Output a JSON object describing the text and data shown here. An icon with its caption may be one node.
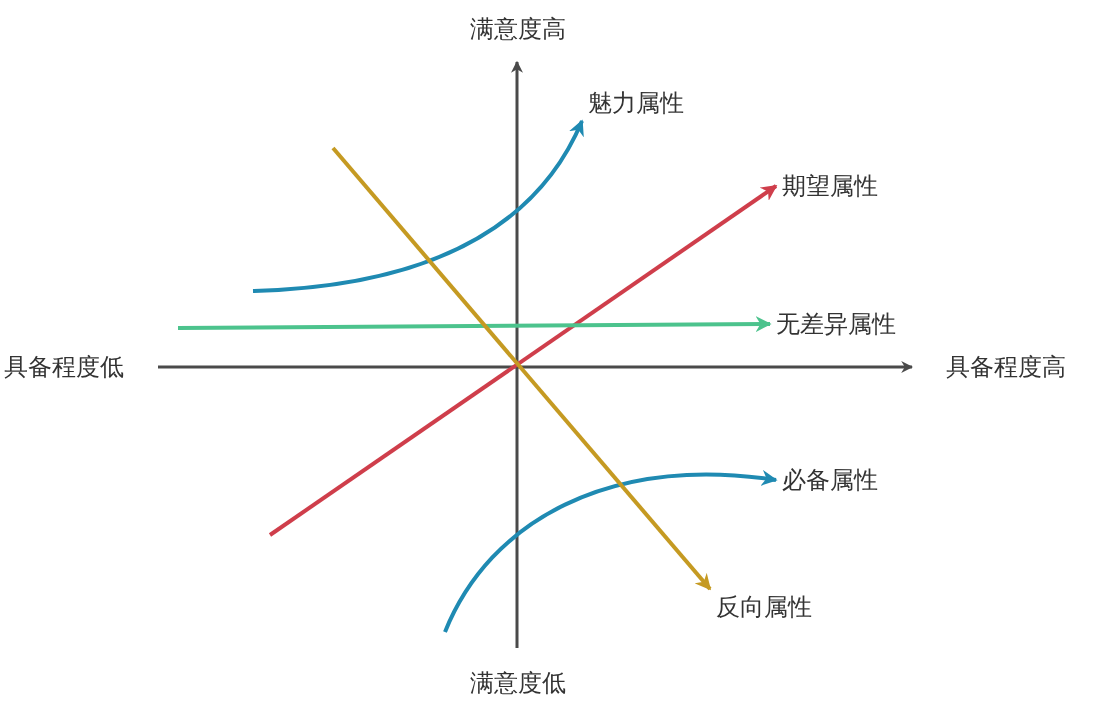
{
  "diagram": {
    "nodes": [
      {
        "text": [
          "魅力属性"
        ]
      },
      {
        "text": [
          "期望属性"
        ]
      },
      {
        "text": [
          "无差异属性"
        ]
      },
      {
        "text": [
          "必备属性"
        ]
      },
      {
        "text": [
          "反向属性"
        ]
      }
    ],
    "edges": [
      {
        "from": null,
        "to": 0,
        "arrow": "to",
        "color": "#1f8ab2"
      },
      {
        "from": null,
        "to": 1,
        "arrow": "to",
        "color": "#cf3e4b"
      },
      {
        "from": null,
        "to": 2,
        "arrow": "to",
        "color": "#4cc38d"
      },
      {
        "from": null,
        "to": 3,
        "arrow": "to",
        "color": "#1f8ab2"
      },
      {
        "from": null,
        "to": 4,
        "arrow": "to",
        "color": "#c59a22"
      }
    ],
    "labels": [
      "满意度高",
      "具备程度低",
      "具备程度高",
      "满意度低"
    ]
  }
}
